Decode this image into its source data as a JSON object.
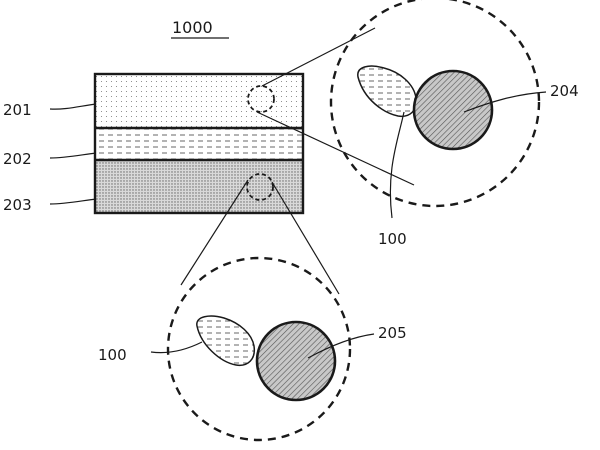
{
  "figure": {
    "title": "1000",
    "labels": {
      "layer_201": "201",
      "layer_202": "202",
      "layer_203": "203",
      "particle_204": "204",
      "particle_205": "205",
      "material_100_top": "100",
      "material_100_bottom": "100"
    }
  }
}
